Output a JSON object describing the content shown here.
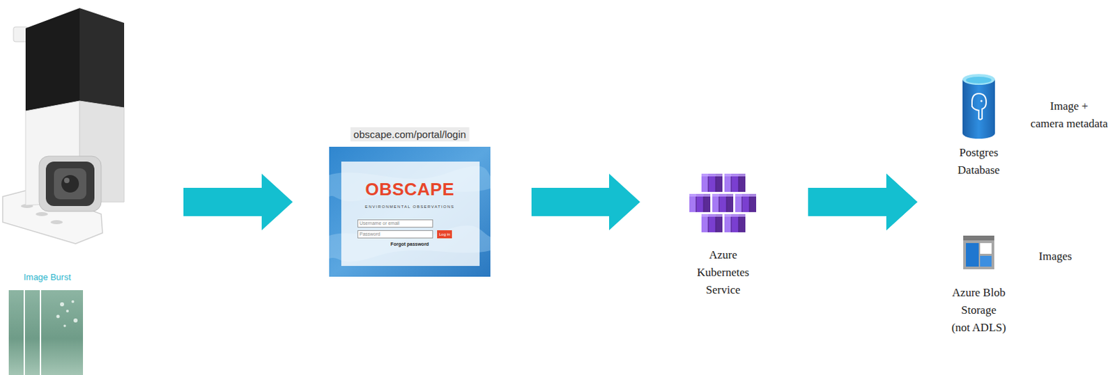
{
  "diagram": {
    "nodes": [
      {
        "text": [
          "Image Burst"
        ]
      },
      {
        "text": [
          "obscape.com/portal/login",
          "OBSCAPE",
          "ENVIRONMENTAL OBSERVATIONS",
          "Username or email",
          "Password",
          "Log in",
          "Forgot password"
        ]
      },
      {
        "text": [
          "Azure Kubernetes Service"
        ]
      },
      {
        "text": [
          "Postgres Database"
        ]
      },
      {
        "text": [
          "Azure Blob Storage (not ADLS)"
        ]
      }
    ],
    "edges": [
      {
        "from": 0,
        "to": 1,
        "arrow": "to"
      },
      {
        "from": 1,
        "to": 2,
        "arrow": "to"
      },
      {
        "from": 2,
        "to": 3,
        "arrow": "to"
      },
      {
        "from": 2,
        "to": 4,
        "arrow": "to"
      }
    ],
    "labels": [
      "Image + camera metadata",
      "Images"
    ]
  }
}
